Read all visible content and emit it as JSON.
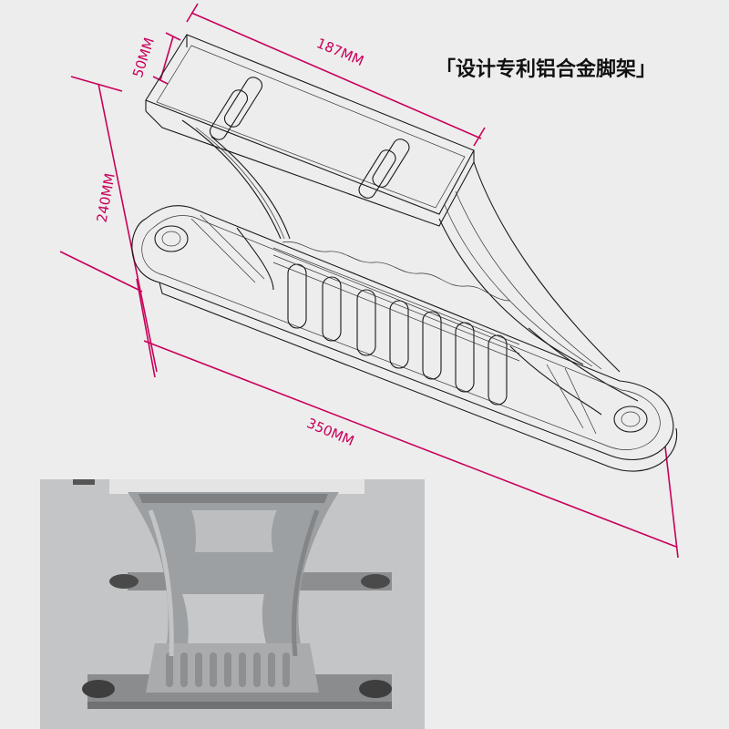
{
  "title": "「设计专利铝合金脚架」",
  "dimensions": {
    "top_width": "187MM",
    "top_depth": "50MM",
    "height": "240MM",
    "base_length": "350MM"
  },
  "colors": {
    "background": "#ededed",
    "dimension": "#c8005a",
    "wireframe": "#1a1a1a",
    "metal": "#9a9c9e"
  },
  "photo": {
    "description_icon": "aluminum-leg-photo"
  }
}
